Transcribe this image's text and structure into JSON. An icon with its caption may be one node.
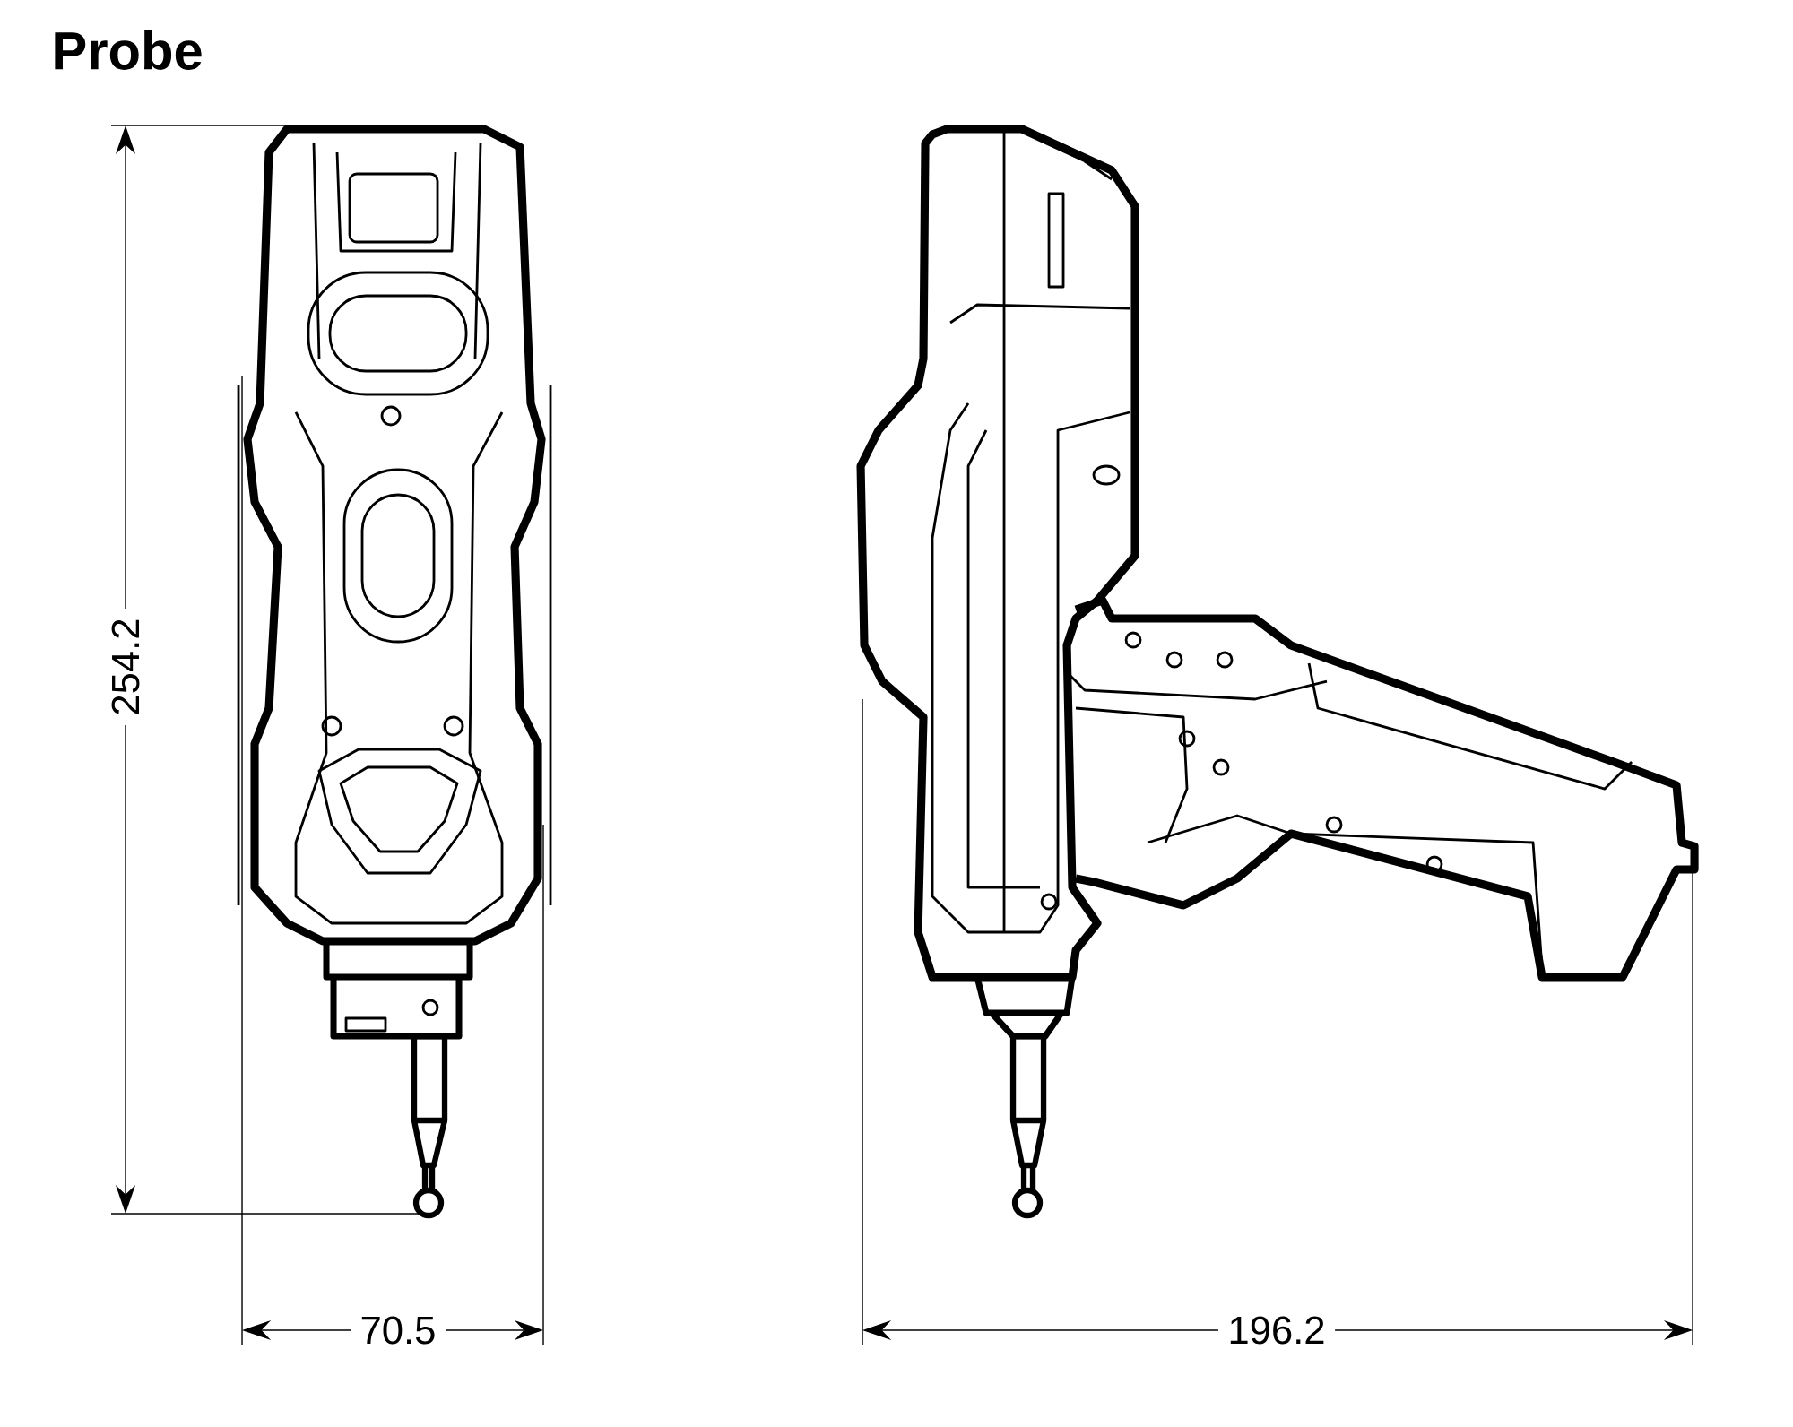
{
  "diagram": {
    "title": "Probe",
    "labels": [
      "254.2",
      "70.5",
      "196.2"
    ]
  }
}
